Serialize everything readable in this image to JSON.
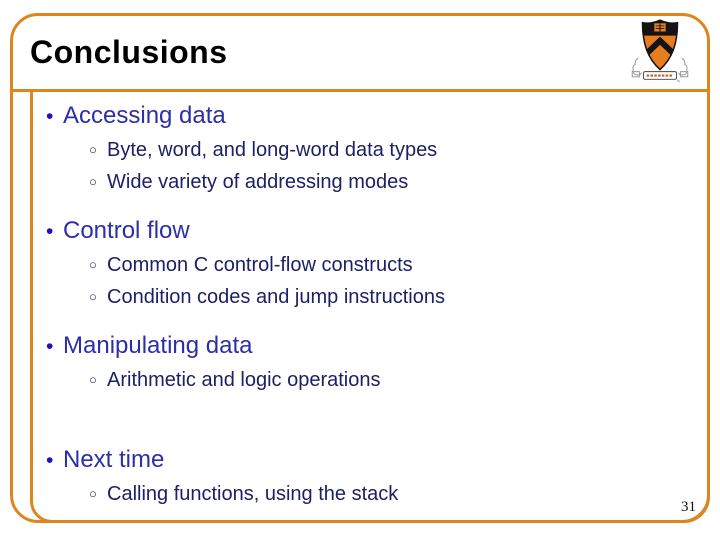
{
  "slide": {
    "title": "Conclusions",
    "page_number": "31",
    "accent_color": "#DD861E",
    "title_color": "#000000",
    "level1_color": "#2C2FA6",
    "level2_color": "#1E2066"
  },
  "logo": {
    "name": "princeton-shield",
    "shield_orange": "#E87D1E",
    "shield_black": "#141414"
  },
  "bullets": {
    "level1_glyph": "•",
    "level2_glyph": "○"
  },
  "content": {
    "sections": [
      {
        "title": "Accessing data",
        "items": [
          "Byte, word, and long-word data types",
          "Wide variety of addressing modes"
        ]
      },
      {
        "title": "Control flow",
        "items": [
          "Common C control-flow constructs",
          "Condition codes and jump instructions"
        ]
      },
      {
        "title": "Manipulating data",
        "items": [
          "Arithmetic and logic operations"
        ]
      },
      {
        "title": "Next time",
        "items": [
          "Calling functions, using the stack"
        ]
      }
    ]
  }
}
